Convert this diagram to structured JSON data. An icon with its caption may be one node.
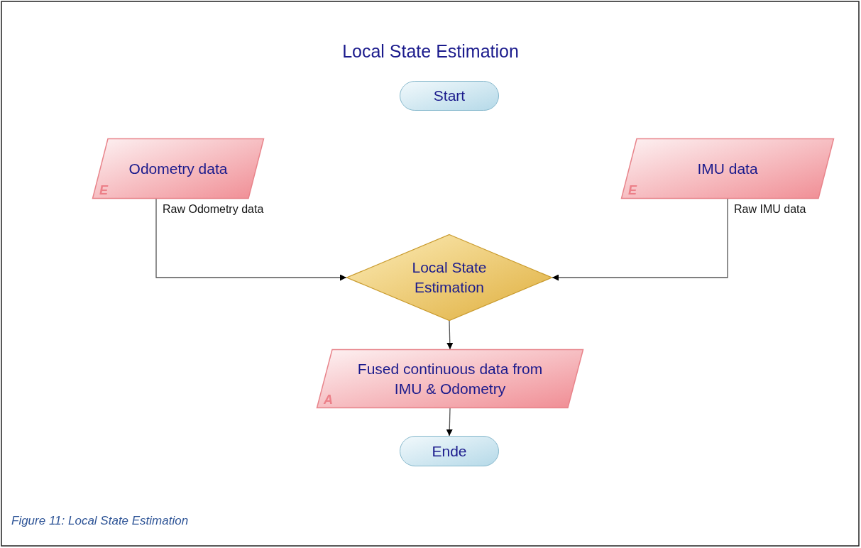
{
  "diagram": {
    "title": "Local State Estimation",
    "caption": "Figure 11: Local State Estimation",
    "nodes": [
      {
        "text": [
          "Start"
        ]
      },
      {
        "text": [
          "Odometry data",
          "E"
        ]
      },
      {
        "text": [
          "IMU data",
          "E"
        ]
      },
      {
        "text": [
          "Local State Estimation"
        ]
      },
      {
        "text": [
          "Fused continuous data from IMU & Odometry",
          "A"
        ]
      },
      {
        "text": [
          "Ende"
        ]
      }
    ],
    "edges": [
      {
        "from": 1,
        "to": 3,
        "arrow": "to",
        "label": "Raw Odometry data"
      },
      {
        "from": 2,
        "to": 3,
        "arrow": "to",
        "label": "Raw IMU data"
      },
      {
        "from": 3,
        "to": 4,
        "arrow": "to"
      },
      {
        "from": 4,
        "to": 5,
        "arrow": "to"
      }
    ]
  }
}
